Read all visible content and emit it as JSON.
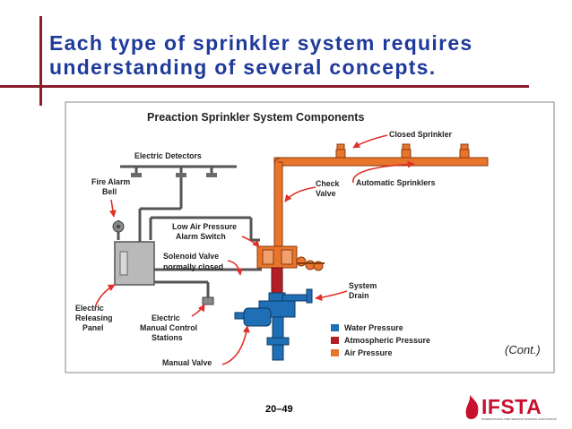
{
  "slide": {
    "title_line1": "Each type of sprinkler system requires",
    "title_line2": "understanding of several concepts.",
    "continued": "(Cont.)",
    "page_number": "20–49"
  },
  "diagram": {
    "title": "Preaction Sprinkler System Components",
    "labels": {
      "electric_detectors": "Electric Detectors",
      "closed_sprinkler": "Closed Sprinkler",
      "fire_alarm_bell_1": "Fire Alarm",
      "fire_alarm_bell_2": "Bell",
      "check_valve_1": "Check",
      "check_valve_2": "Valve",
      "automatic_sprinklers": "Automatic Sprinklers",
      "low_air_1": "Low Air Pressure",
      "low_air_2": "Alarm Switch",
      "solenoid_1": "Solenoid Valve",
      "solenoid_2": "normally closed",
      "system_drain_1": "System",
      "system_drain_2": "Drain",
      "releasing_1": "Electric",
      "releasing_2": "Releasing",
      "releasing_3": "Panel",
      "manual_station_1": "Electric",
      "manual_station_2": "Manual Control",
      "manual_station_3": "Stations",
      "manual_valve": "Manual Valve"
    },
    "legend": [
      {
        "label": "Water Pressure",
        "color": "#1e6fb5"
      },
      {
        "label": "Atmospheric Pressure",
        "color": "#b11f24"
      },
      {
        "label": "Air Pressure",
        "color": "#e8752b"
      }
    ]
  },
  "logo": {
    "text": "IFSTA",
    "tagline": "INTERNATIONAL FIRE SERVICE TRAINING ASSOCIATION"
  },
  "colors": {
    "title": "#1f3a9a",
    "accent_lines": "#8a1c2c",
    "water": "#1e6fb5",
    "atmospheric": "#b11f24",
    "air": "#e8752b",
    "label_pointer": "#e0302a"
  }
}
